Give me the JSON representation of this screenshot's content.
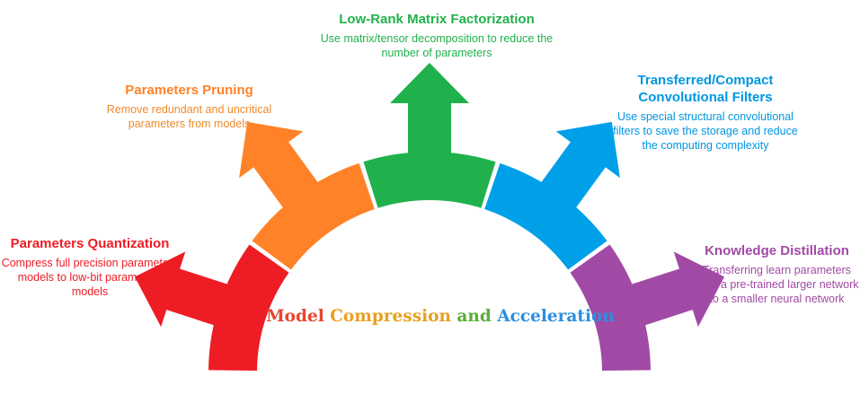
{
  "colors": {
    "quantization": "#ee1c25",
    "pruning": "#ff8228",
    "factorization": "#21b14c",
    "filters": "#00a0e8",
    "distillation": "#a14aa5"
  },
  "segments": [
    {
      "key": "quantization",
      "title": "Parameters Quantization",
      "description": "Compress full precision parameters models to low-bit parameters models"
    },
    {
      "key": "pruning",
      "title": "Parameters Pruning",
      "description": "Remove redundant and uncritical parameters from models"
    },
    {
      "key": "factorization",
      "title": "Low-Rank Matrix Factorization",
      "description": "Use matrix/tensor decomposition to reduce the number of parameters"
    },
    {
      "key": "filters",
      "title": "Transferred/Compact Convolutional Filters",
      "description": "Use special structural convolutional filters to save the storage and reduce the computing complexity"
    },
    {
      "key": "distillation",
      "title": "Knowledge Distillation",
      "description": "Transferring learn parameters from a pre-trained larger network to a smaller neural network"
    }
  ],
  "center": {
    "words": [
      {
        "text": "Model ",
        "color": "#e8452c"
      },
      {
        "text": "Compression ",
        "color": "#e8a020"
      },
      {
        "text": "and ",
        "color": "#5cae3a"
      },
      {
        "text": "Acceleration",
        "color": "#2b8fe0"
      }
    ]
  }
}
